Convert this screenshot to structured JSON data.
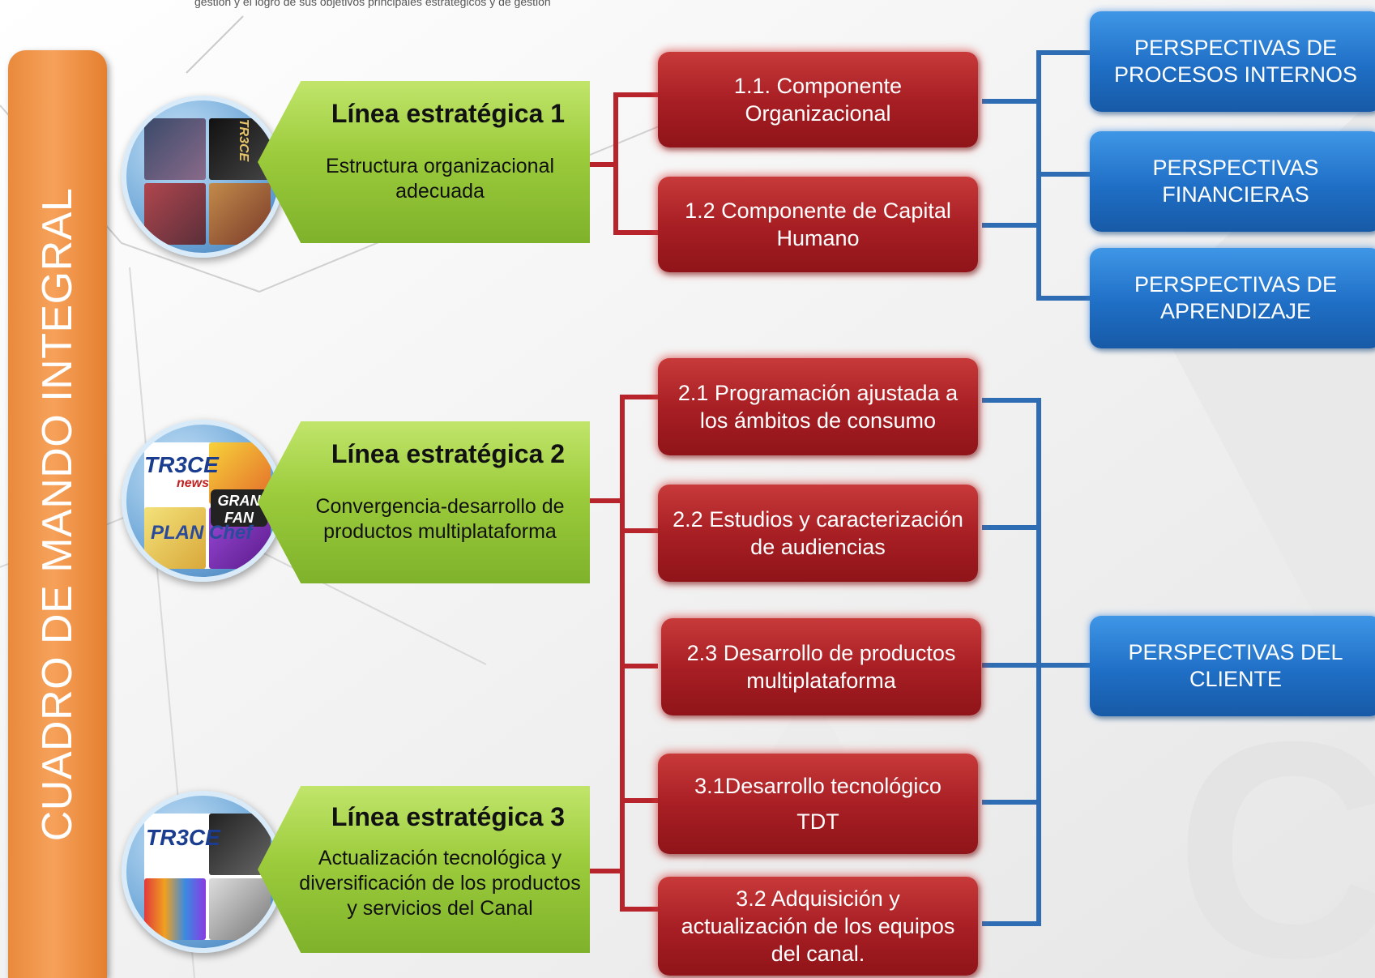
{
  "header_caption": "gestión y el logro de sus objetivos principales estratégicos y de gestión",
  "sidebar_title": "CUADRO DE MANDO INTEGRAL",
  "lines": [
    {
      "title": "Línea estratégica 1",
      "desc": "Estructura organizacional\nadecuada"
    },
    {
      "title": "Línea estratégica 2",
      "desc": "Convergencia-desarrollo de\nproductos multiplataforma"
    },
    {
      "title": "Línea estratégica 3",
      "desc": "Actualización tecnológica y\ndiversificación de los productos\ny servicios del Canal"
    }
  ],
  "components": [
    "1.1. Componente\nOrganizacional",
    "1.2 Componente de Capital\nHumano",
    "2.1 Programación ajustada a\nlos ámbitos de consumo",
    "2.2 Estudios y caracterización\nde audiencias",
    "2.3 Desarrollo de productos\nmultiplataforma",
    "3.1Desarrollo tecnológico\nTDT",
    "3.2 Adquisición y\nactualización de los equipos\ndel canal."
  ],
  "perspectives": [
    "PERSPECTIVAS  DE\nPROCESOS INTERNOS",
    "PERSPECTIVAS\nFINANCIERAS",
    "PERSPECTIVAS DE\nAPRENDIZAJE",
    "PERSPECTIVAS DEL\nCLIENTE"
  ],
  "logos": {
    "tr3ce": "TR3CE",
    "news": "news",
    "granfan": "GRAN FAN",
    "plan": "PLAN Chef"
  },
  "colors": {
    "sidebar": "#f19343",
    "line_box": "#9ccc3c",
    "component": "#a81f24",
    "perspective": "#1f6fc6",
    "red_connector": "#b8242b",
    "blue_connector": "#2e6db3"
  }
}
